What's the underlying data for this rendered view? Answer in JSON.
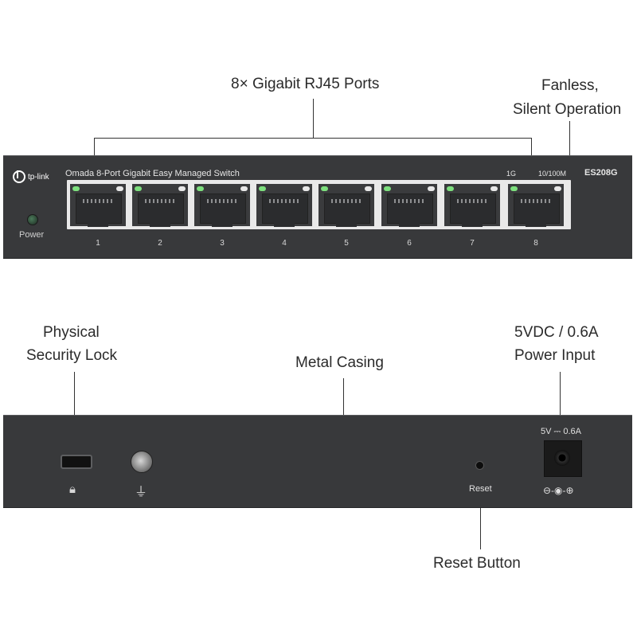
{
  "callouts": {
    "ports": "8× Gigabit RJ45 Ports",
    "fanless_line1": "Fanless,",
    "fanless_line2": "Silent Operation",
    "lock_line1": "Physical",
    "lock_line2": "Security Lock",
    "casing": "Metal Casing",
    "power_line1": "5VDC / 0.6A",
    "power_line2": "Power Input",
    "reset": "Reset Button"
  },
  "front_panel": {
    "brand": "tp-link",
    "product_name": "Omada 8-Port Gigabit Easy Managed Switch",
    "led_1g": "1G",
    "led_100m": "10/100M",
    "model": "ES208G",
    "power_label": "Power",
    "ports": [
      "1",
      "2",
      "3",
      "4",
      "5",
      "6",
      "7",
      "8"
    ]
  },
  "rear_panel": {
    "rating": "5V ⎓ 0.6A",
    "reset_label": "Reset",
    "polarity": "⊖-◉-⊕"
  },
  "icons": {
    "lock": "lock-icon",
    "ground": "ground-icon"
  },
  "colors": {
    "chassis": "#38393b",
    "led_green": "#7de07e"
  }
}
